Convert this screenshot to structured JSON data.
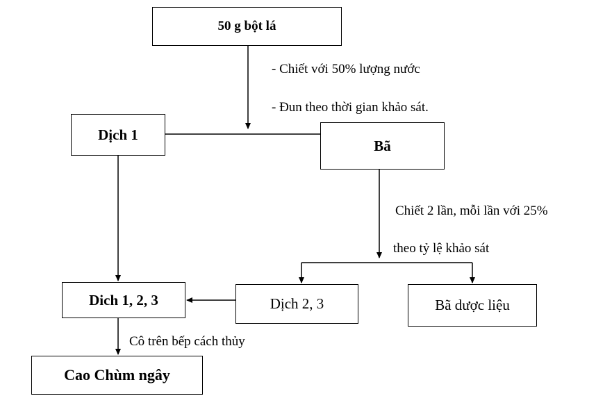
{
  "nodes": {
    "start": "50 g bột lá",
    "dich1": "Dịch 1",
    "ba": "Bã",
    "dich23": "Dịch 2, 3",
    "baduoclieu": "Bã dược liệu",
    "dich123": "Dich 1, 2, 3",
    "cao": "Cao Chùm ngây"
  },
  "notes": {
    "extract_line1": "- Chiết với 50% lượng nước",
    "extract_line2": "- Đun theo thời gian khảo sát.",
    "repeat_line1": "Chiết 2 lần, mỗi lần với 25%",
    "repeat_line2": "theo tỷ lệ khảo sát",
    "evaporate": "Cô trên bếp cách thủy"
  },
  "colors": {
    "stroke": "#000000",
    "background": "#ffffff"
  }
}
